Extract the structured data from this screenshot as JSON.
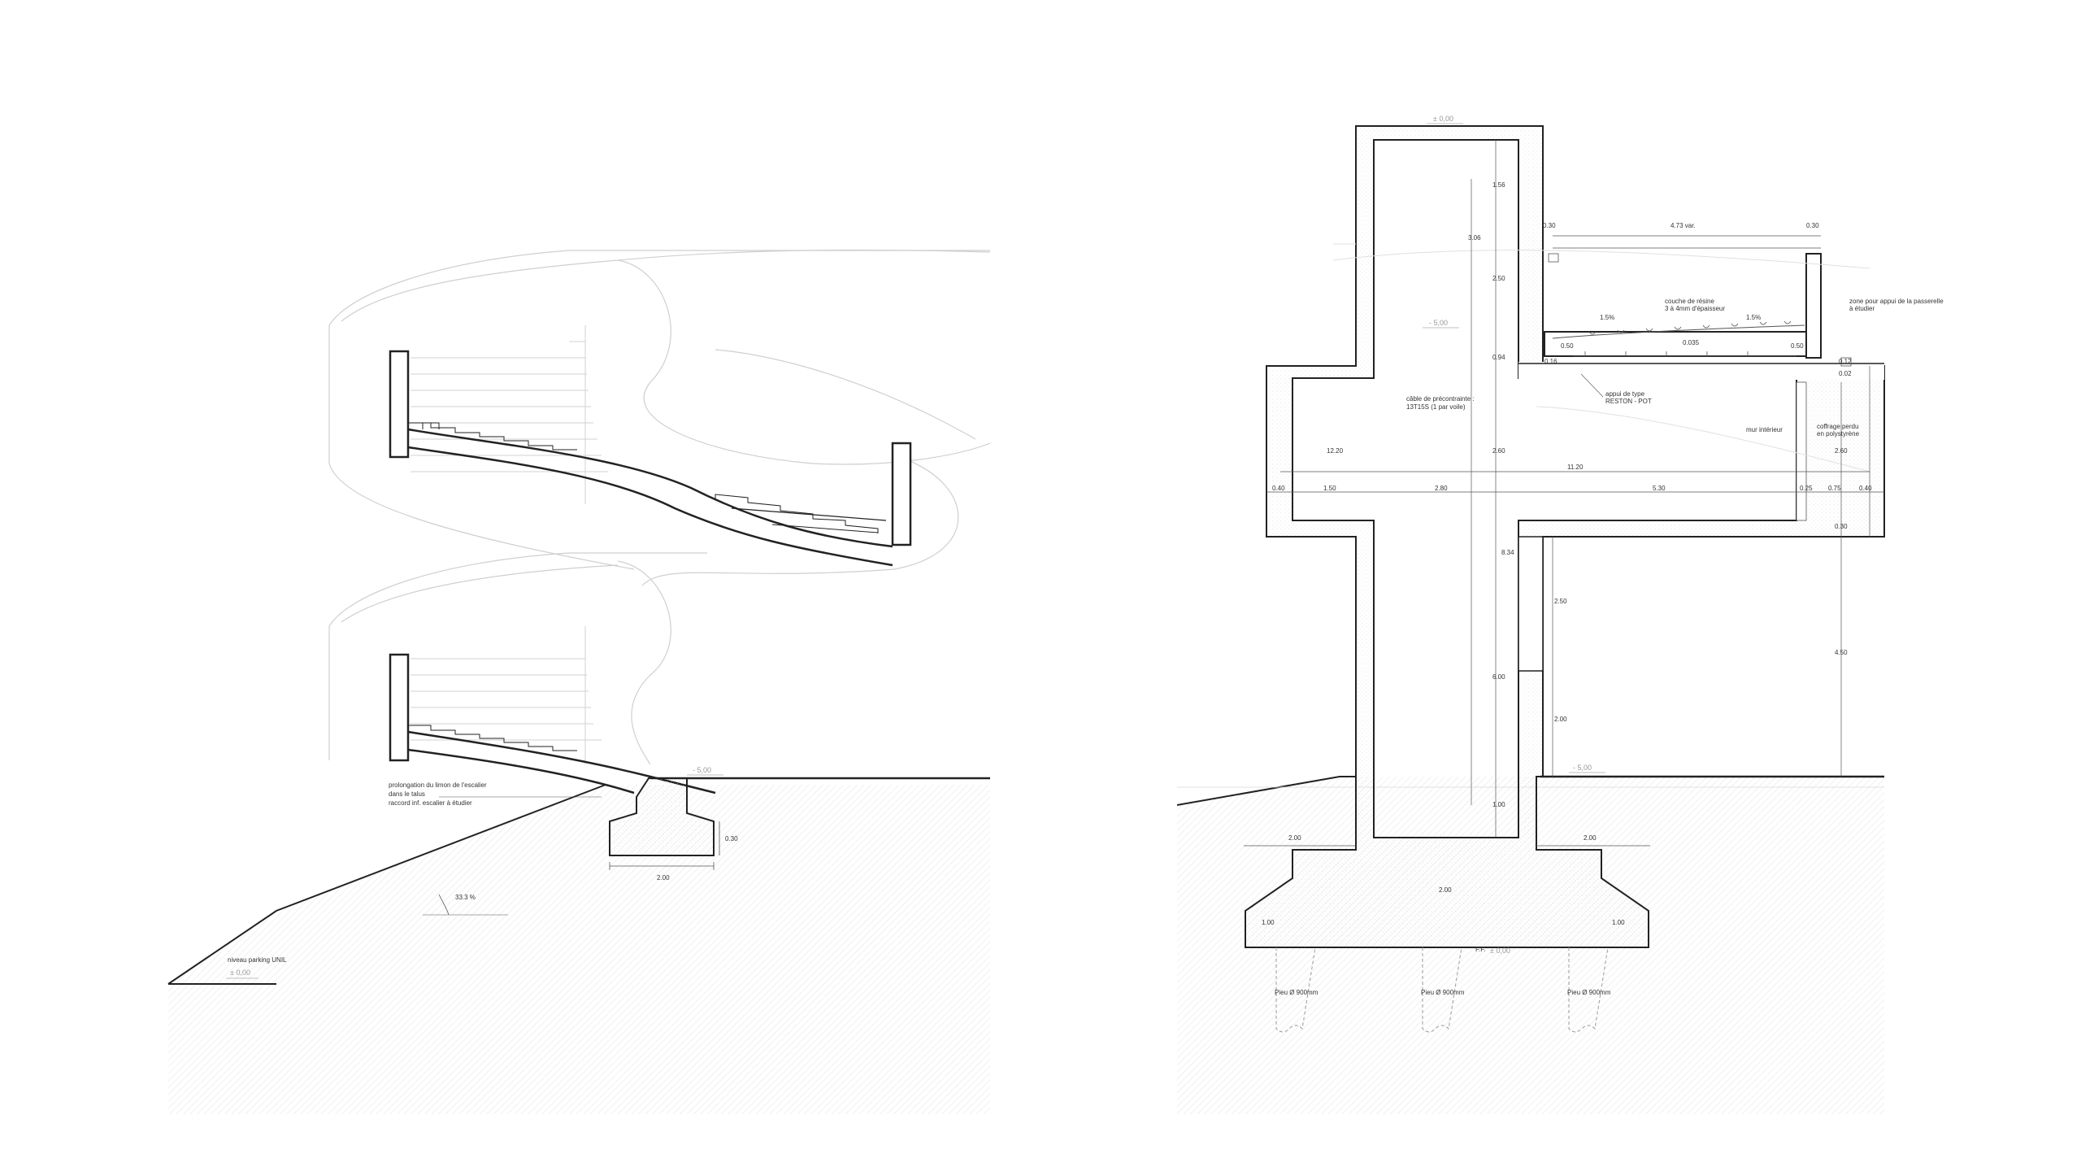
{
  "colors": {
    "line": "#222222",
    "faint": "#c8c8c8",
    "hatch": "#e6e6e6",
    "background": "#ffffff"
  },
  "left_section": {
    "annotations": {
      "prolong_1": "prolongation du limon de l'escalier",
      "prolong_2": "dans le talus",
      "prolong_3": "raccord inf. escalier à étudier",
      "slope": "33.3 %",
      "parking": "niveau parking UNIL",
      "level_zero": "± 0,00",
      "level_minus5": "- 5,00"
    },
    "dims": {
      "footing_width": "2.00",
      "footing_height": "0.30"
    }
  },
  "right_section": {
    "levels": {
      "top": "± 0,00",
      "mid": "- 5,00",
      "base": "- 5,00",
      "ff_label": "F.F.",
      "ff_value": "± 0,00"
    },
    "annotations": {
      "resin_1": "couche de résine",
      "resin_2": "3 à 4mm d'épaisseur",
      "zone_1": "zone pour appui de la passerelle",
      "zone_2": "à étudier",
      "cable_1": "câble de précontrainte :",
      "cable_2": "13T15S (1 par voile)",
      "appui_1": "appui de type",
      "appui_2": "RESTON - POT",
      "mur": "mur intérieur",
      "coffrage_1": "coffrage perdu",
      "coffrage_2": "en polystyrène",
      "pile_1": "Pieu Ø 900mm",
      "pile_2": "Pieu Ø 900mm",
      "pile_3": "Pieu Ø 900mm",
      "slope_1": "1.5%",
      "slope_2": "1.5%"
    },
    "dims": {
      "d_top_a": "0.30",
      "d_span": "4.73 var.",
      "d_top_b": "0.30",
      "d_v1": "1.56",
      "d_v2": "3.06",
      "d_v3": "2.50",
      "d_v4": "0.94",
      "d_small_a": "0.50",
      "d_small_b": "0.035",
      "d_small_c": "0.50",
      "d_small_d": "0.16",
      "d_small_e": "0.12",
      "d_small_f": "0.02",
      "d_arm_h": "12.20",
      "d_arm_mid": "2.60",
      "d_arm_right": "2.60",
      "d_total": "11.20",
      "d_h1": "0.40",
      "d_h2": "1.50",
      "d_h3": "2.80",
      "d_h4": "5.30",
      "d_h5": "0.25",
      "d_h6": "0.75",
      "d_h7": "0.40",
      "d_v_arm_bot": "0.30",
      "d_shaft": "8.34",
      "d_shaft2": "6.00",
      "d_right1": "2.50",
      "d_right2": "4.50",
      "d_right3": "2.00",
      "d_inner_bot": "1.00",
      "d_f_left": "2.00",
      "d_f_right": "2.00",
      "d_f_mid": "2.00",
      "d_f_left2": "1.00",
      "d_f_right2": "1.00"
    }
  }
}
